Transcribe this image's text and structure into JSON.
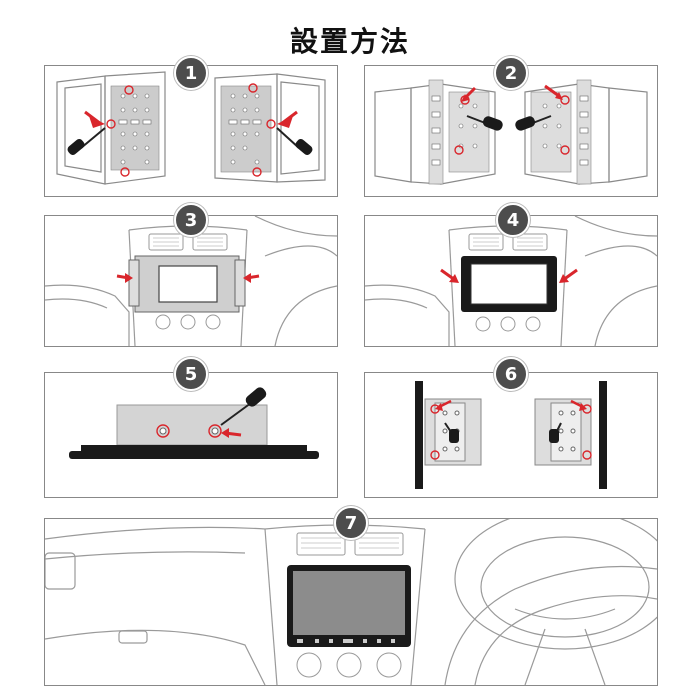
{
  "title": "設置方法",
  "steps": [
    {
      "number": "1"
    },
    {
      "number": "2"
    },
    {
      "number": "3"
    },
    {
      "number": "4"
    },
    {
      "number": "5"
    },
    {
      "number": "6"
    },
    {
      "number": "7"
    }
  ],
  "colors": {
    "arrow": "#d9262c",
    "badge": "#4d4d4d",
    "line": "#8a8a8a",
    "screen_frame": "#1a1a1a",
    "screen": "#8c8c8c"
  },
  "icons": [
    "screwdriver-icon",
    "arrow-icon",
    "screw-icon"
  ]
}
